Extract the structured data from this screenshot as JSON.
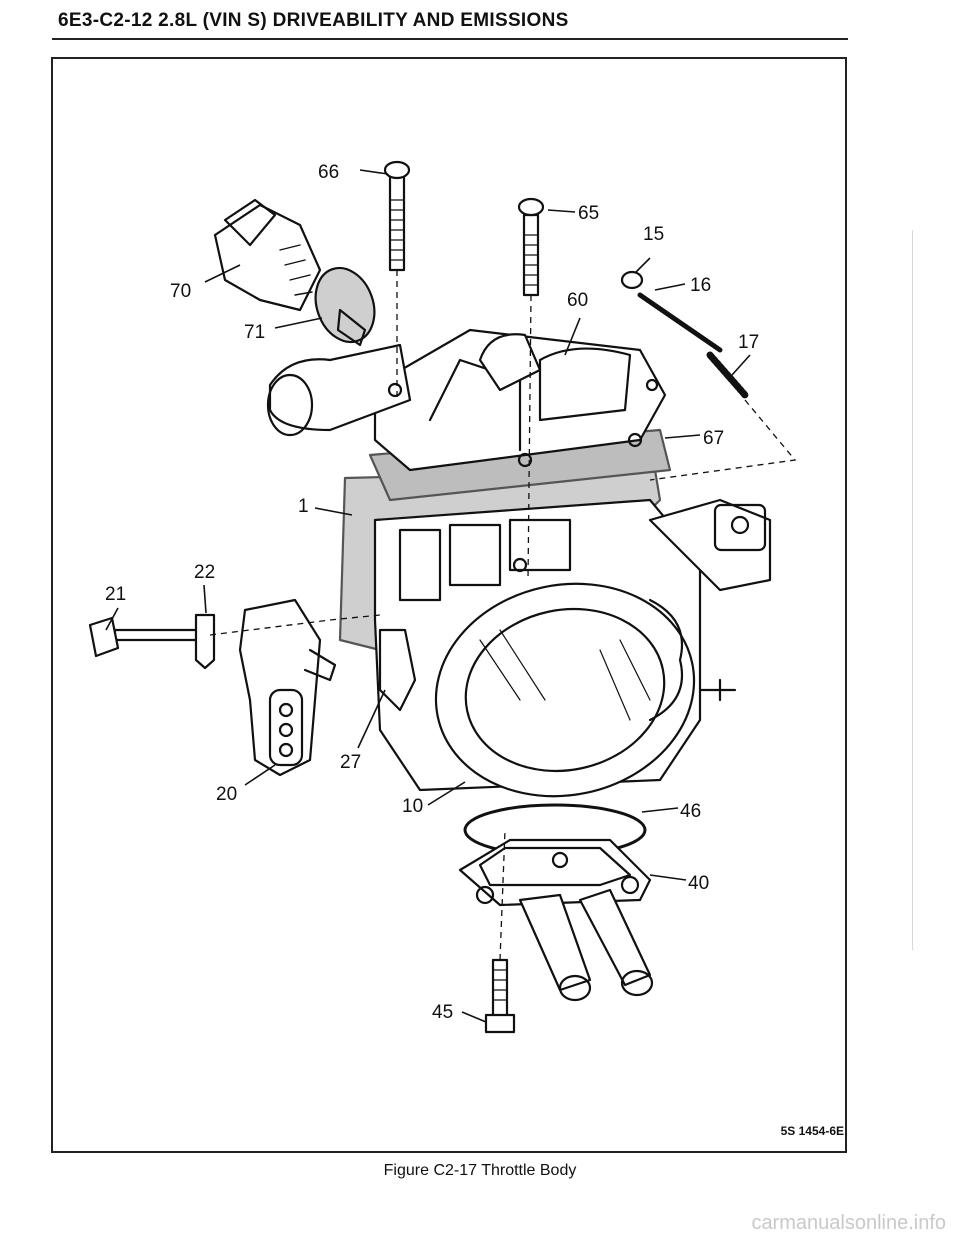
{
  "header": {
    "title": "6E3-C2-12 2.8L (VIN S) DRIVEABILITY AND EMISSIONS"
  },
  "figure": {
    "caption": "Figure C2-17 Throttle Body",
    "reference": "5S 1454-6E",
    "callouts": {
      "c66": "66",
      "c65": "65",
      "c15": "15",
      "c16": "16",
      "c17": "17",
      "c60": "60",
      "c70": "70",
      "c71": "71",
      "c67": "67",
      "c1": "1",
      "c22": "22",
      "c21": "21",
      "c27": "27",
      "c20": "20",
      "c10": "10",
      "c46": "46",
      "c40": "40",
      "c45": "45"
    }
  },
  "watermark": "carmanualsonline.info",
  "colors": {
    "ink": "#111111",
    "gasket": "#9a9a9a",
    "watermark": "#c9c9c9"
  }
}
